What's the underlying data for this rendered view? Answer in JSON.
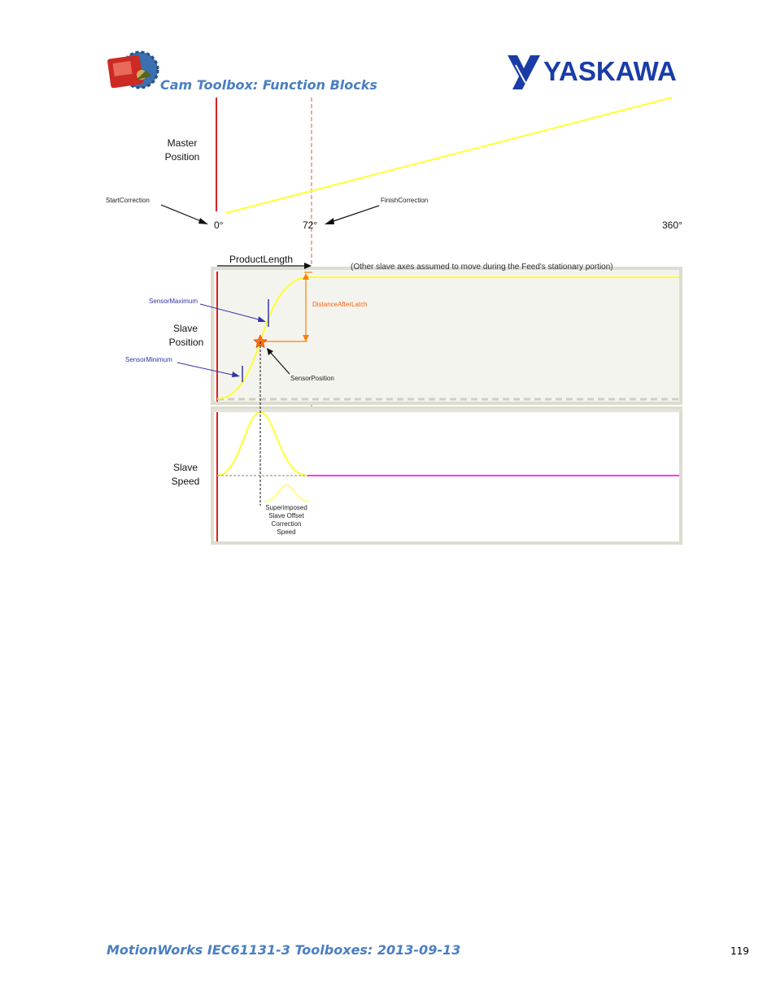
{
  "header": {
    "title": "Cam Toolbox: Function Blocks",
    "brand": "YASKAWA"
  },
  "diagram": {
    "master_label_1": "Master",
    "master_label_2": "Position",
    "start_correction": "StartCorrection",
    "finish_correction": "FinishCorrection",
    "deg_0": "0°",
    "deg_72": "72°",
    "deg_360": "360°",
    "product_length": "ProductLength",
    "note": "(Other slave axes assumed to move during the Feed's stationary portion)",
    "sensor_maximum": "SensorMaximum",
    "sensor_minimum": "SensorMinimum",
    "distance_after_latch": "DistanceAfterLatch",
    "sensor_position": "SensorPosition",
    "slave_pos_1": "Slave",
    "slave_pos_2": "Position",
    "slave_speed_1": "Slave",
    "slave_speed_2": "Speed",
    "superimposed_1": "Superimposed",
    "superimposed_2": "Slave Offset",
    "superimposed_3": "Correction",
    "superimposed_4": "Speed"
  },
  "footer": {
    "title": "MotionWorks IEC61131-3 Toolboxes: 2013-09-13",
    "page_number": "119"
  },
  "colors": {
    "accent": "#4a7fc0",
    "profile": "#ffff33",
    "start_line": "#e02020",
    "finish_line": "#e05050",
    "latch": "#ff8000",
    "sensor": "#3333aa",
    "offset_speed": "#ff33ff",
    "yaskawa": "#1a3ca8"
  }
}
